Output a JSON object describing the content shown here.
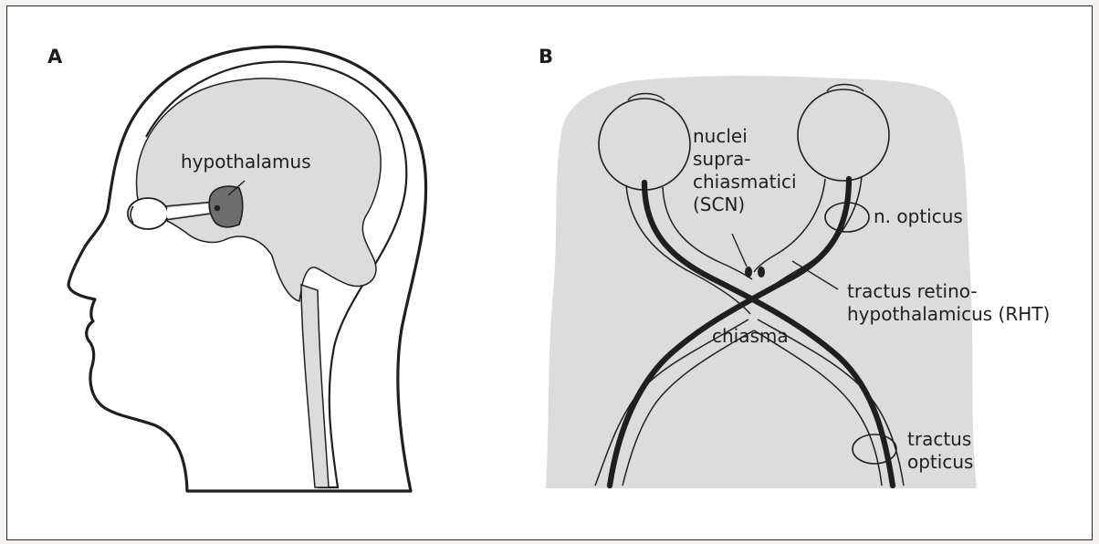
{
  "panels": {
    "a": {
      "letter": "A",
      "hypothalamus_label": "hypothalamus"
    },
    "b": {
      "letter": "B",
      "scn_label_line1": "nuclei",
      "scn_label_line2": "supra-",
      "scn_label_line3": "chiasmatici",
      "scn_label_line4": "(SCN)",
      "optic_nerve_label": "n. opticus",
      "rht_label_line1": "tractus retino-",
      "rht_label_line2": "hypothalamicus (RHT)",
      "chiasma_label": "chiasma",
      "optic_tract_label_line1": "tractus",
      "optic_tract_label_line2": "opticus"
    }
  },
  "colors": {
    "line": "#1f1f1f",
    "tissue_fill": "#dcdcdc",
    "hypothalamus_fill": "#6e6e6e",
    "background": "#ffffff"
  }
}
